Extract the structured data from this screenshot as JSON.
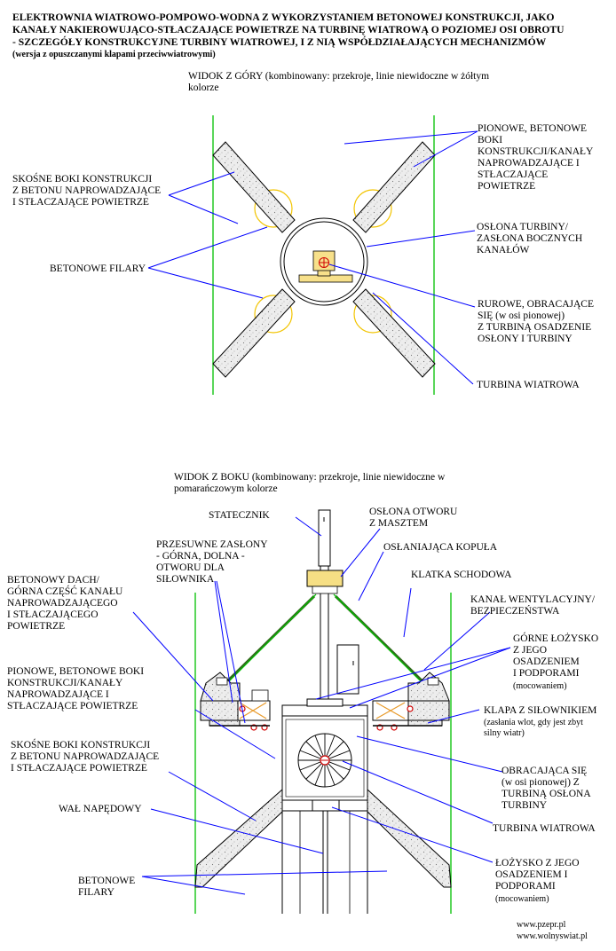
{
  "header": {
    "line1": "ELEKTROWNIA WIATROWO-POMPOWO-WODNA Z WYKORZYSTANIEM BETONOWEJ KONSTRUKCJI, JAKO",
    "line2": "KANAŁY NAKIEROWUJĄCO-STŁACZAJĄCE POWIETRZE NA TURBINĘ WIATROWĄ O POZIOMEJ OSI OBROTU",
    "line3": "- SZCZEGÓŁY KONSTRUKCYJNE TURBINY WIATROWEJ, I Z NIĄ WSPÓŁDZIAŁAJĄCYCH MECHANIZMÓW",
    "line4": "(wersja z opuszczanymi klapami przeciwwiatrowymi)"
  },
  "top_view": {
    "title": "WIDOK Z GÓRY (kombinowany: przekroje, linie niewidoczne w żółtym\nkolorze",
    "labels": {
      "skosne": "SKOŚNE BOKI KONSTRUKCJI\nZ BETONU NAPROWADZAJĄCE\nI STŁACZAJĄCE POWIETRZE",
      "filary": "BETONOWE FILARY",
      "pionowe": "PIONOWE, BETONOWE\nBOKI\nKONSTRUKCJI/KANAŁY\nNAPROWADZAJĄCE I\nSTŁACZAJĄCE\nPOWIETRZE",
      "oslona": "OSŁONA TURBINY/\nZASŁONA BOCZNYCH\nKANAŁÓW",
      "rurowe": "RUROWE, OBRACAJĄCE\nSIĘ (w osi pionowej)\nZ TURBINĄ OSADZENIE\nOSŁONY I TURBINY",
      "turbina": "TURBINA WIATROWA"
    }
  },
  "side_view": {
    "title": "WIDOK Z BOKU (kombinowany: przekroje, linie niewidoczne w\npomarańczowym kolorze",
    "labels": {
      "statecznik": "STATECZNIK",
      "oslona_otworu": "OSŁONA OTWORU\nZ MASZTEM",
      "oslaniajaca": "OSŁANIAJĄCA KOPUŁA",
      "zaslony": "PRZESUWNE ZASŁONY\n- GÓRNA, DOLNA -\nOTWORU DLA\nSIŁOWNIKA",
      "klatka": "KLATKA SCHODOWA",
      "dach": "BETONOWY DACH/\nGÓRNA CZĘŚĆ KANAŁU\nNAPROWADZAJĄCEGO\nI STŁACZAJĄCEGO\nPOWIETRZE",
      "kanal": "KANAŁ WENTYLACYJNY/\nBEZPIECZEŃSTWA",
      "gorne_lozysko": "GÓRNE ŁOŻYSKO\nZ JEGO\nOSADZENIEM\nI PODPORAMI",
      "mocowaniem1": "(mocowaniem)",
      "pionowe": "PIONOWE, BETONOWE BOKI\nKONSTRUKCJI/KANAŁY\nNAPROWADZAJĄCE I\nSTŁACZAJĄCE POWIETRZE",
      "klapa": "KLAPA Z SIŁOWNIKIEM",
      "klapa_sub": "(zasłania wlot, gdy jest zbyt\nsilny wiatr)",
      "skosne": "SKOŚNE BOKI KONSTRUKCJI\nZ BETONU NAPROWADZAJĄCE\nI STŁACZAJĄCE POWIETRZE",
      "obracajaca": "OBRACAJĄCA SIĘ\n(w osi pionowej) Z\nTURBINĄ OSŁONA\nTURBINY",
      "wal": "WAŁ NAPĘDOWY",
      "turbina": "TURBINA WIATROWA",
      "lozysko": "ŁOŻYSKO Z JEGO\nOSADZENIEM I\nPODPORAMI",
      "mocowaniem2": "(mocowaniem)",
      "filary": "BETONOWE\nFILARY"
    }
  },
  "footer": {
    "url1": "www.pzepr.pl",
    "url2": "www.wolnyswiat.pl"
  },
  "colors": {
    "green": "#00c000",
    "yellow": "#f2c400",
    "orange": "#e89a2a",
    "concrete": "#ececec",
    "blue": "#0000ff",
    "red": "#d00000",
    "dark_green": "#2f6b1a"
  }
}
